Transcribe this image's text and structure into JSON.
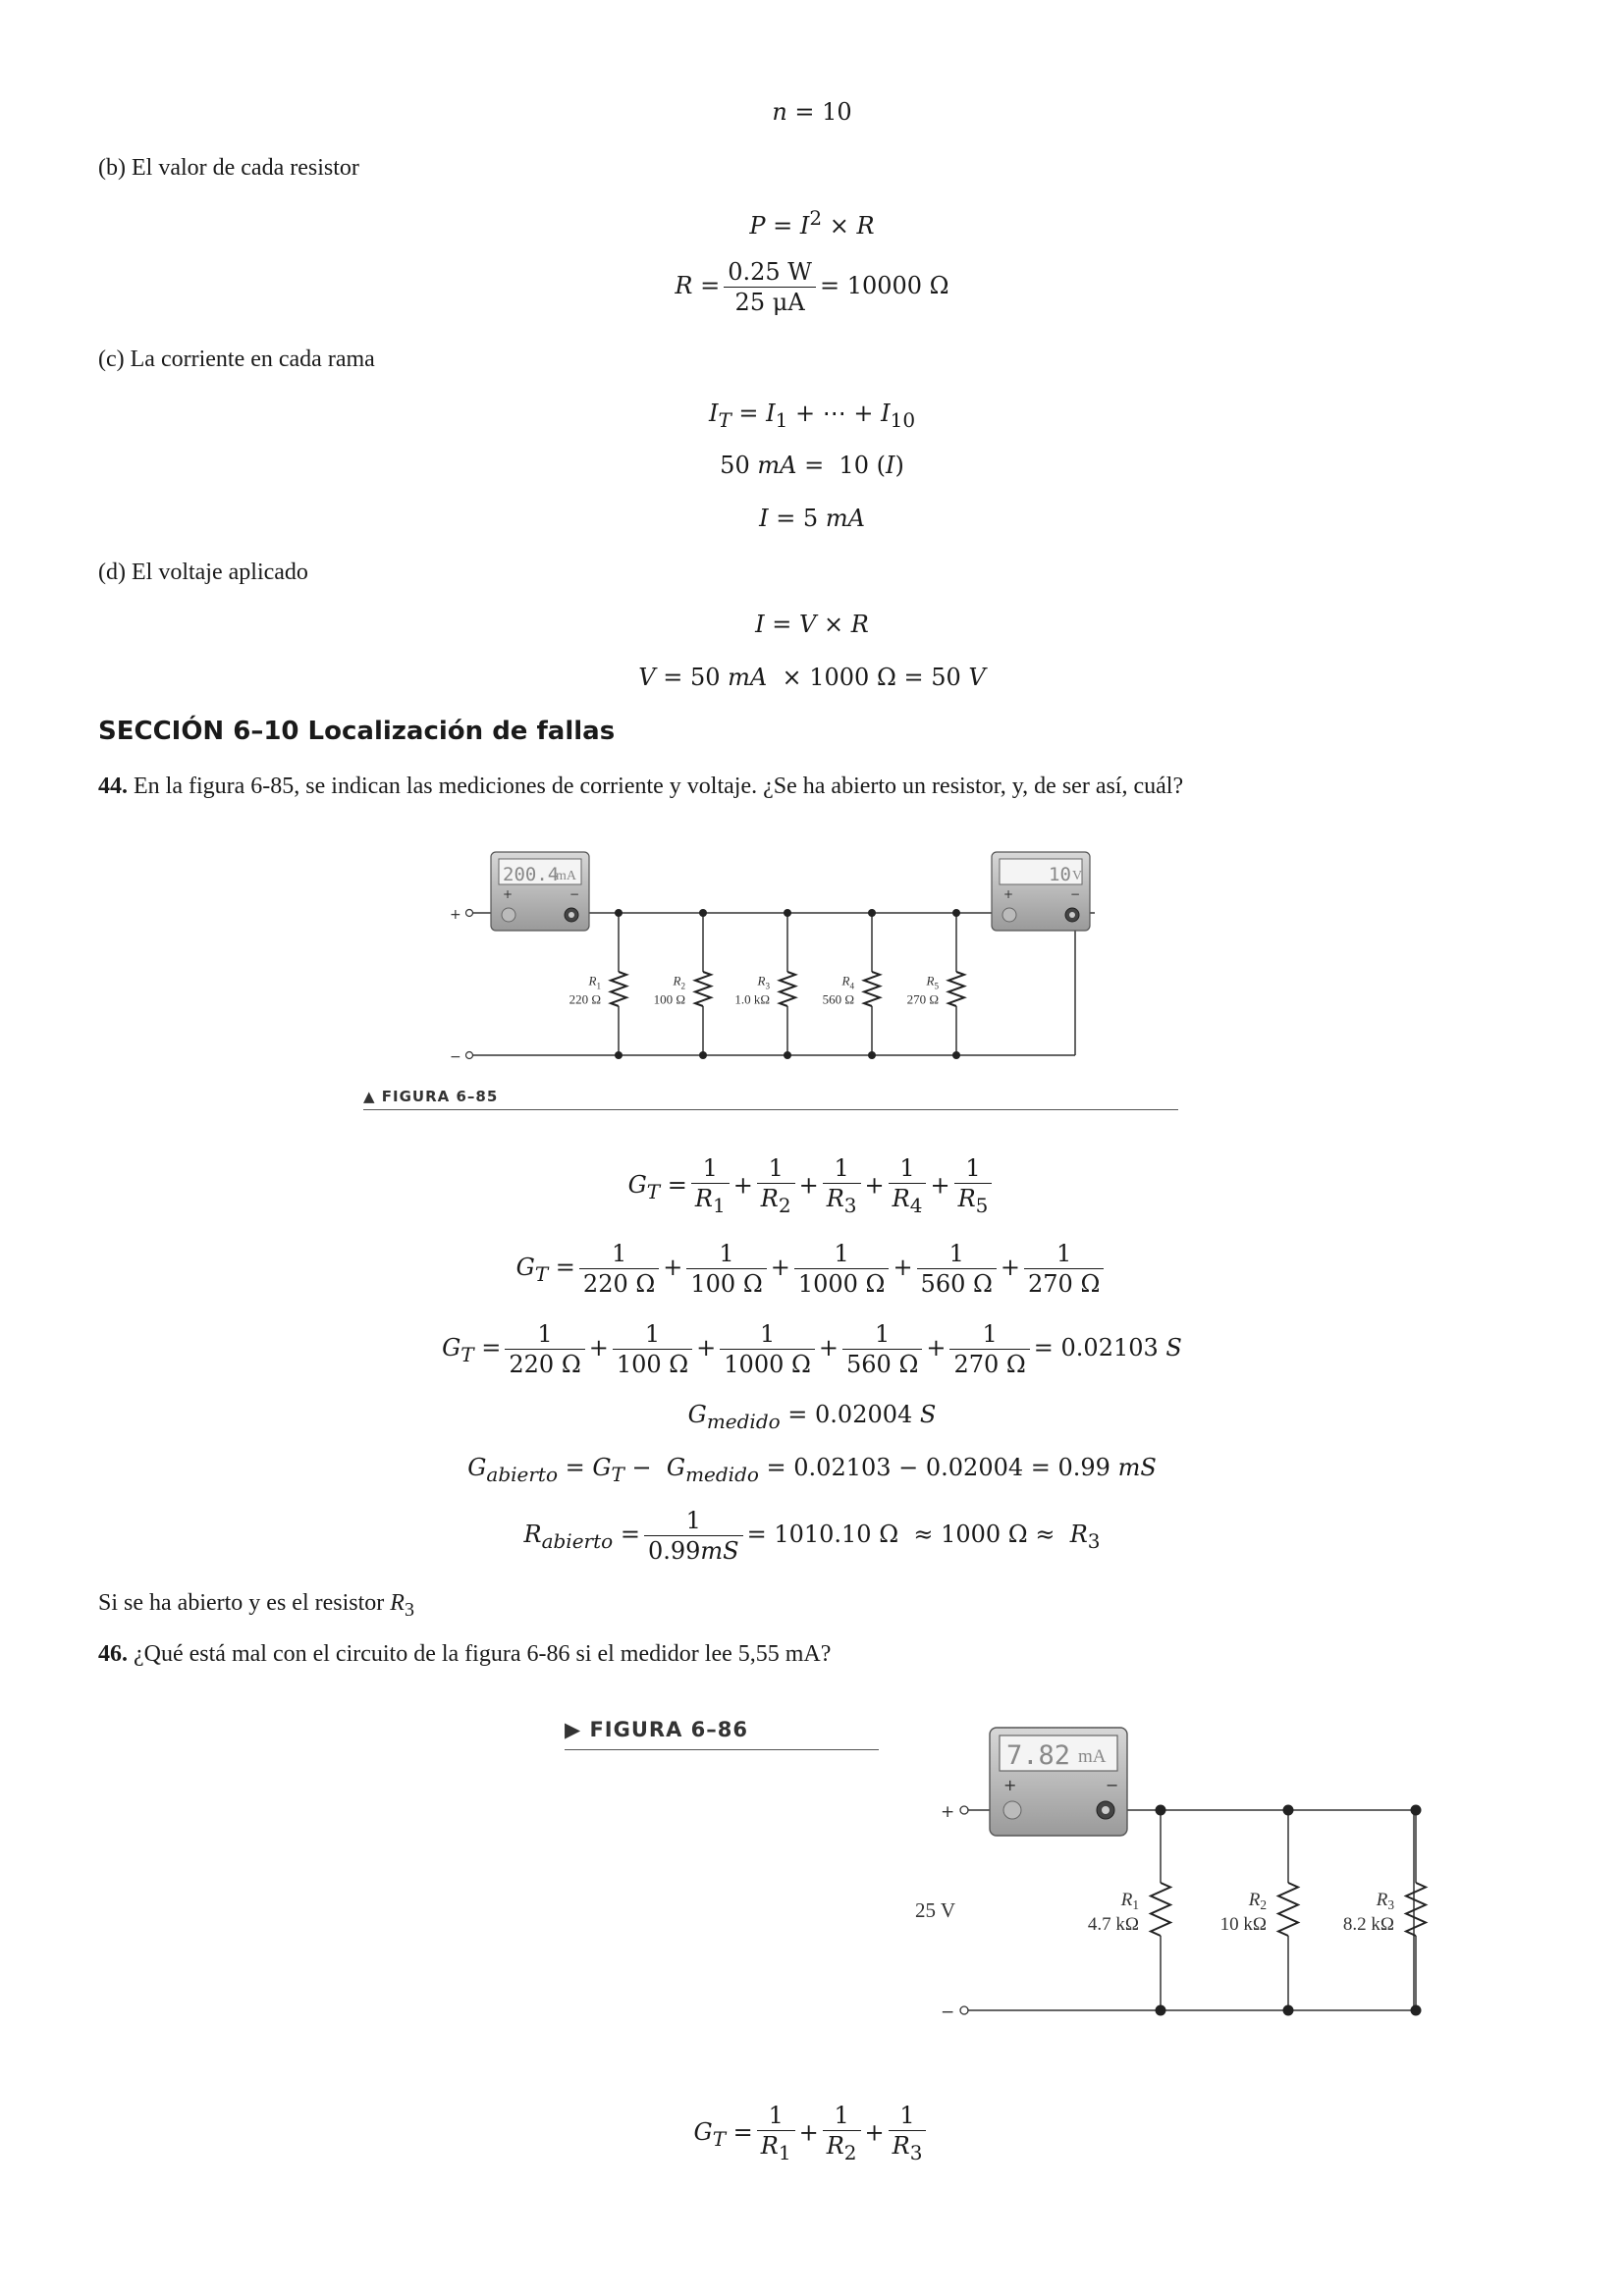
{
  "eq_n": "n = 10",
  "part_b": "(b) El valor de cada resistor",
  "eq_p": "P = I² × R",
  "eq_r": {
    "lhs": "R =",
    "num": "0.25 W",
    "den": "25 μA",
    "rhs": "= 10000 Ω"
  },
  "part_c": "(c) La corriente en cada rama",
  "eq_it": "I_T = I_1 + ⋯ + I_10",
  "eq_50": "50 mA =  10 (I)",
  "eq_i5": "I = 5 mA",
  "part_d": "(d) El voltaje aplicado",
  "eq_ivr": "I = V × R",
  "eq_v": "V = 50 mA  × 1000 Ω = 50 V",
  "section": "SECCIÓN 6–10 Localización de fallas",
  "q44": {
    "num": "44.",
    "text": " En la figura 6-85, se indican las mediciones de corriente y voltaje. ¿Se ha abierto un resistor, y, de ser así, cuál?"
  },
  "fig85": {
    "caption": "▲ FIGURA 6–85",
    "ammeter": "200.4",
    "ammeter_unit": "mA",
    "voltmeter": "10",
    "voltmeter_unit": "V",
    "plus": "+",
    "minus": "−",
    "resistors": [
      {
        "label": "R1",
        "value": "220 Ω"
      },
      {
        "label": "R2",
        "value": "100 Ω"
      },
      {
        "label": "R3",
        "value": "1.0 kΩ"
      },
      {
        "label": "R4",
        "value": "560 Ω"
      },
      {
        "label": "R5",
        "value": "270 Ω"
      }
    ]
  },
  "eq_gt1": {
    "lhs": "G_T =",
    "terms": [
      "R_1",
      "R_2",
      "R_3",
      "R_4",
      "R_5"
    ],
    "one": "1"
  },
  "eq_gt2": {
    "lhs": "G_T =",
    "terms": [
      "220 Ω",
      "100 Ω",
      "1000 Ω",
      "560 Ω",
      "270 Ω"
    ]
  },
  "eq_gt3": {
    "lhs": "G_T =",
    "terms": [
      "220 Ω",
      "100 Ω",
      "1000 Ω",
      "560 Ω",
      "270 Ω"
    ],
    "rhs": "= 0.02103 S"
  },
  "eq_gmed": "G_medido = 0.02004 S",
  "eq_gab": "G_abierto = G_T −  G_medido = 0.02103 − 0.02004 = 0.99 mS",
  "eq_rab": {
    "lhs": "R_abierto =",
    "num": "1",
    "den": "0.99mS",
    "rhs": "= 1010.10 Ω  ≈ 1000 Ω ≈  R_3"
  },
  "answer44": "Si se ha abierto y es el resistor R₃",
  "q46": {
    "num": "46.",
    "text": " ¿Qué está mal con el circuito de la figura 6-86 si el medidor lee 5,55 mA?"
  },
  "fig86": {
    "caption": "▶ FIGURA 6–86",
    "ammeter": "7.82",
    "ammeter_unit": "mA",
    "source": "25 V",
    "plus": "+",
    "minus": "−",
    "resistors": [
      {
        "label": "R1",
        "value": "4.7 kΩ"
      },
      {
        "label": "R2",
        "value": "10 kΩ"
      },
      {
        "label": "R3",
        "value": "8.2 kΩ"
      }
    ]
  },
  "eq_gt_final": {
    "lhs": "G_T =",
    "terms": [
      "R_1",
      "R_2",
      "R_3"
    ]
  }
}
